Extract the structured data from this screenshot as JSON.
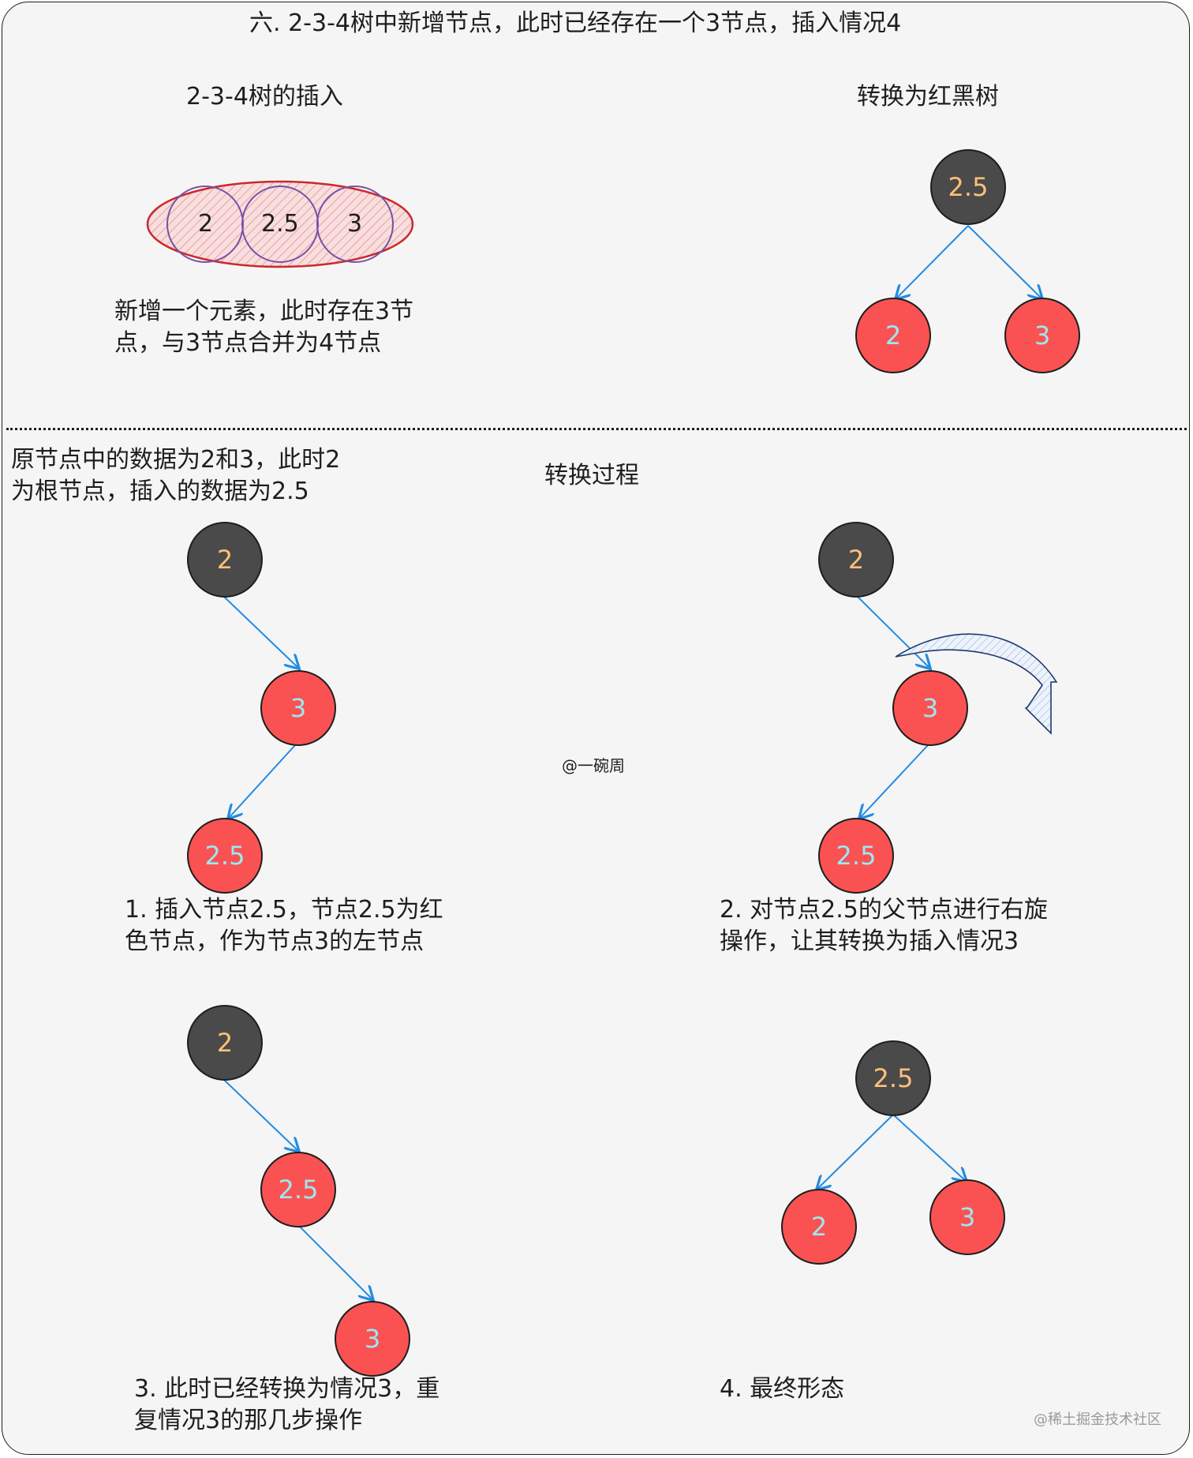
{
  "title": "六. 2-3-4树中新增节点，此时已经存在一个3节点，插入情况4",
  "top_left": {
    "heading": "2-3-4树的插入",
    "node_values": [
      "2",
      "2.5",
      "3"
    ],
    "caption_line1": "新增一个元素，此时存在3节",
    "caption_line2": "点，与3节点合并为4节点"
  },
  "top_right": {
    "heading": "转换为红黑树",
    "root": "2.5",
    "left": "2",
    "right": "3"
  },
  "bottom": {
    "intro_line1": "原节点中的数据为2和3，此时2",
    "intro_line2": "为根节点，插入的数据为2.5",
    "heading": "转换过程",
    "watermark": "@一碗周",
    "step1": {
      "nodes": [
        "2",
        "3",
        "2.5"
      ],
      "caption_line1": "1. 插入节点2.5，节点2.5为红",
      "caption_line2": "色节点，作为节点3的左节点"
    },
    "step2": {
      "nodes": [
        "2",
        "3",
        "2.5"
      ],
      "caption_line1": "2. 对节点2.5的父节点进行右旋",
      "caption_line2": "操作，让其转换为插入情况3"
    },
    "step3": {
      "nodes": [
        "2",
        "2.5",
        "3"
      ],
      "caption_line1": "3. 此时已经转换为情况3，重",
      "caption_line2": "复情况3的那几步操作"
    },
    "step4": {
      "root": "2.5",
      "left": "2",
      "right": "3",
      "caption": "4. 最终形态"
    }
  },
  "footer_watermark": "@稀土掘金技术社区",
  "colors": {
    "black_node": "#4a4a4a",
    "red_node": "#fa5252",
    "black_text": "#ffc078",
    "red_text": "#99e9f2",
    "edge": "#228be6"
  }
}
